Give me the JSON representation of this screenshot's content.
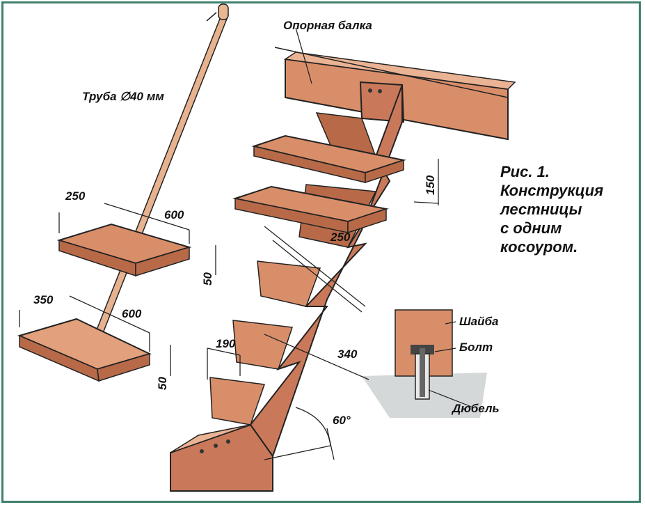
{
  "caption": {
    "lines": [
      "Рис. 1.",
      "Конструкция",
      "лестницы",
      "с одним",
      "косоуром."
    ]
  },
  "labels": {
    "beam": "Опорная балка",
    "pipe": "Труба ∅40 мм",
    "washer": "Шайба",
    "bolt": "Болт",
    "dowel": "Дюбель"
  },
  "dimensions": {
    "upper_tread_depth": "250",
    "upper_tread_width": "600",
    "upper_tread_thickness": "50",
    "lower_tread_depth": "350",
    "lower_tread_width": "600",
    "lower_tread_thickness": "50",
    "step_rise": "150",
    "step_going": "250",
    "step_gap": "190",
    "stringer_section": "340",
    "angle": "60°"
  },
  "colors": {
    "wood": "#d98e6a",
    "wood_dark": "#b86a48",
    "wood_light": "#eab394",
    "frame": "#3f7f6e",
    "ground": "#d5d8d8"
  }
}
